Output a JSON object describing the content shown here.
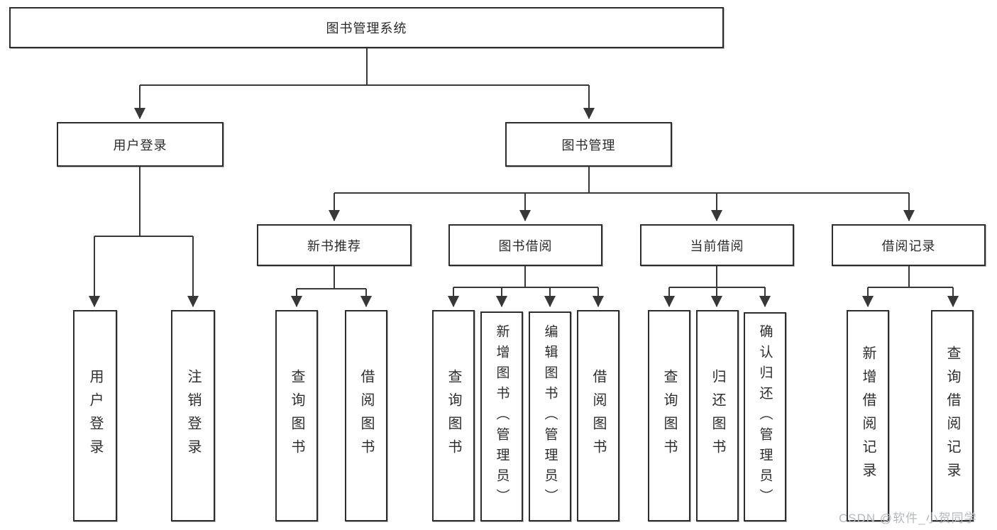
{
  "diagram_title": "图书管理系统",
  "nodes": {
    "root": {
      "label": "图书管理系统"
    },
    "user_login": {
      "label": "用户登录"
    },
    "book_mgmt": {
      "label": "图书管理"
    },
    "l3": [
      {
        "label": "新书推荐"
      },
      {
        "label": "图书借阅"
      },
      {
        "label": "当前借阅"
      },
      {
        "label": "借阅记录"
      }
    ],
    "user_leaves": [
      {
        "label": "用户登录"
      },
      {
        "label": "注销登录"
      }
    ],
    "recommend_leaves": [
      {
        "label": "查询图书"
      },
      {
        "label": "借阅图书"
      }
    ],
    "borrow_leaves": [
      {
        "label": "查询图书"
      },
      {
        "label": "新增图书（管理员）"
      },
      {
        "label": "编辑图书（管理员）"
      },
      {
        "label": "借阅图书"
      }
    ],
    "current_leaves": [
      {
        "label": "查询图书"
      },
      {
        "label": "归还图书"
      },
      {
        "label": "确认归还（管理员）"
      }
    ],
    "records_leaves": [
      {
        "label": "新增借阅记录"
      },
      {
        "label": "查询借阅记录"
      }
    ]
  },
  "watermark": "CSDN @软件_小贺同学",
  "colors": {
    "line": "#383838",
    "border": "#2d2d2d",
    "text": "#2a2a2a",
    "watermark": "#b3b9c0",
    "background": "#ffffff"
  }
}
